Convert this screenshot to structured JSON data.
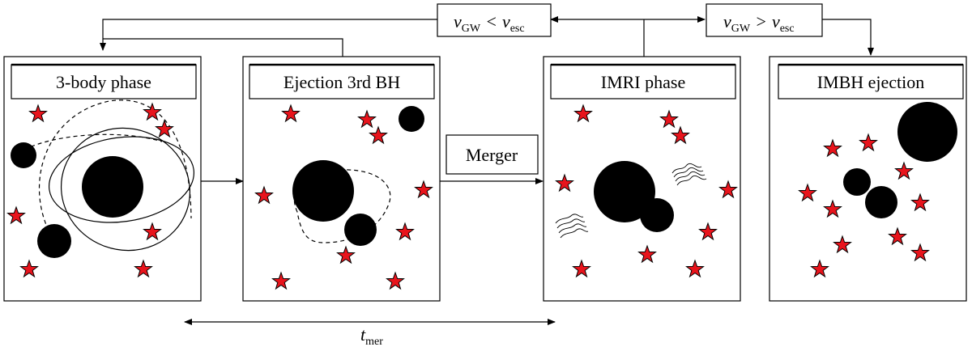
{
  "panels": [
    {
      "id": "p1",
      "title": "3-body phase"
    },
    {
      "id": "p2",
      "title": "Ejection 3rd BH"
    },
    {
      "id": "p3",
      "title": "IMRI phase"
    },
    {
      "id": "p4",
      "title": "IMBH ejection"
    }
  ],
  "merger_label": "Merger",
  "condition_left": {
    "v": "v",
    "v_sub": "GW",
    "op": "<",
    "esc": "v",
    "esc_sub": "esc"
  },
  "condition_right": {
    "v": "v",
    "v_sub": "GW",
    "op": ">",
    "esc": "v",
    "esc_sub": "esc"
  },
  "timescale": {
    "symbol": "t",
    "sub": "mer"
  },
  "colors": {
    "star": "#e8141c",
    "black_hole": "#000000",
    "line": "#000000"
  }
}
